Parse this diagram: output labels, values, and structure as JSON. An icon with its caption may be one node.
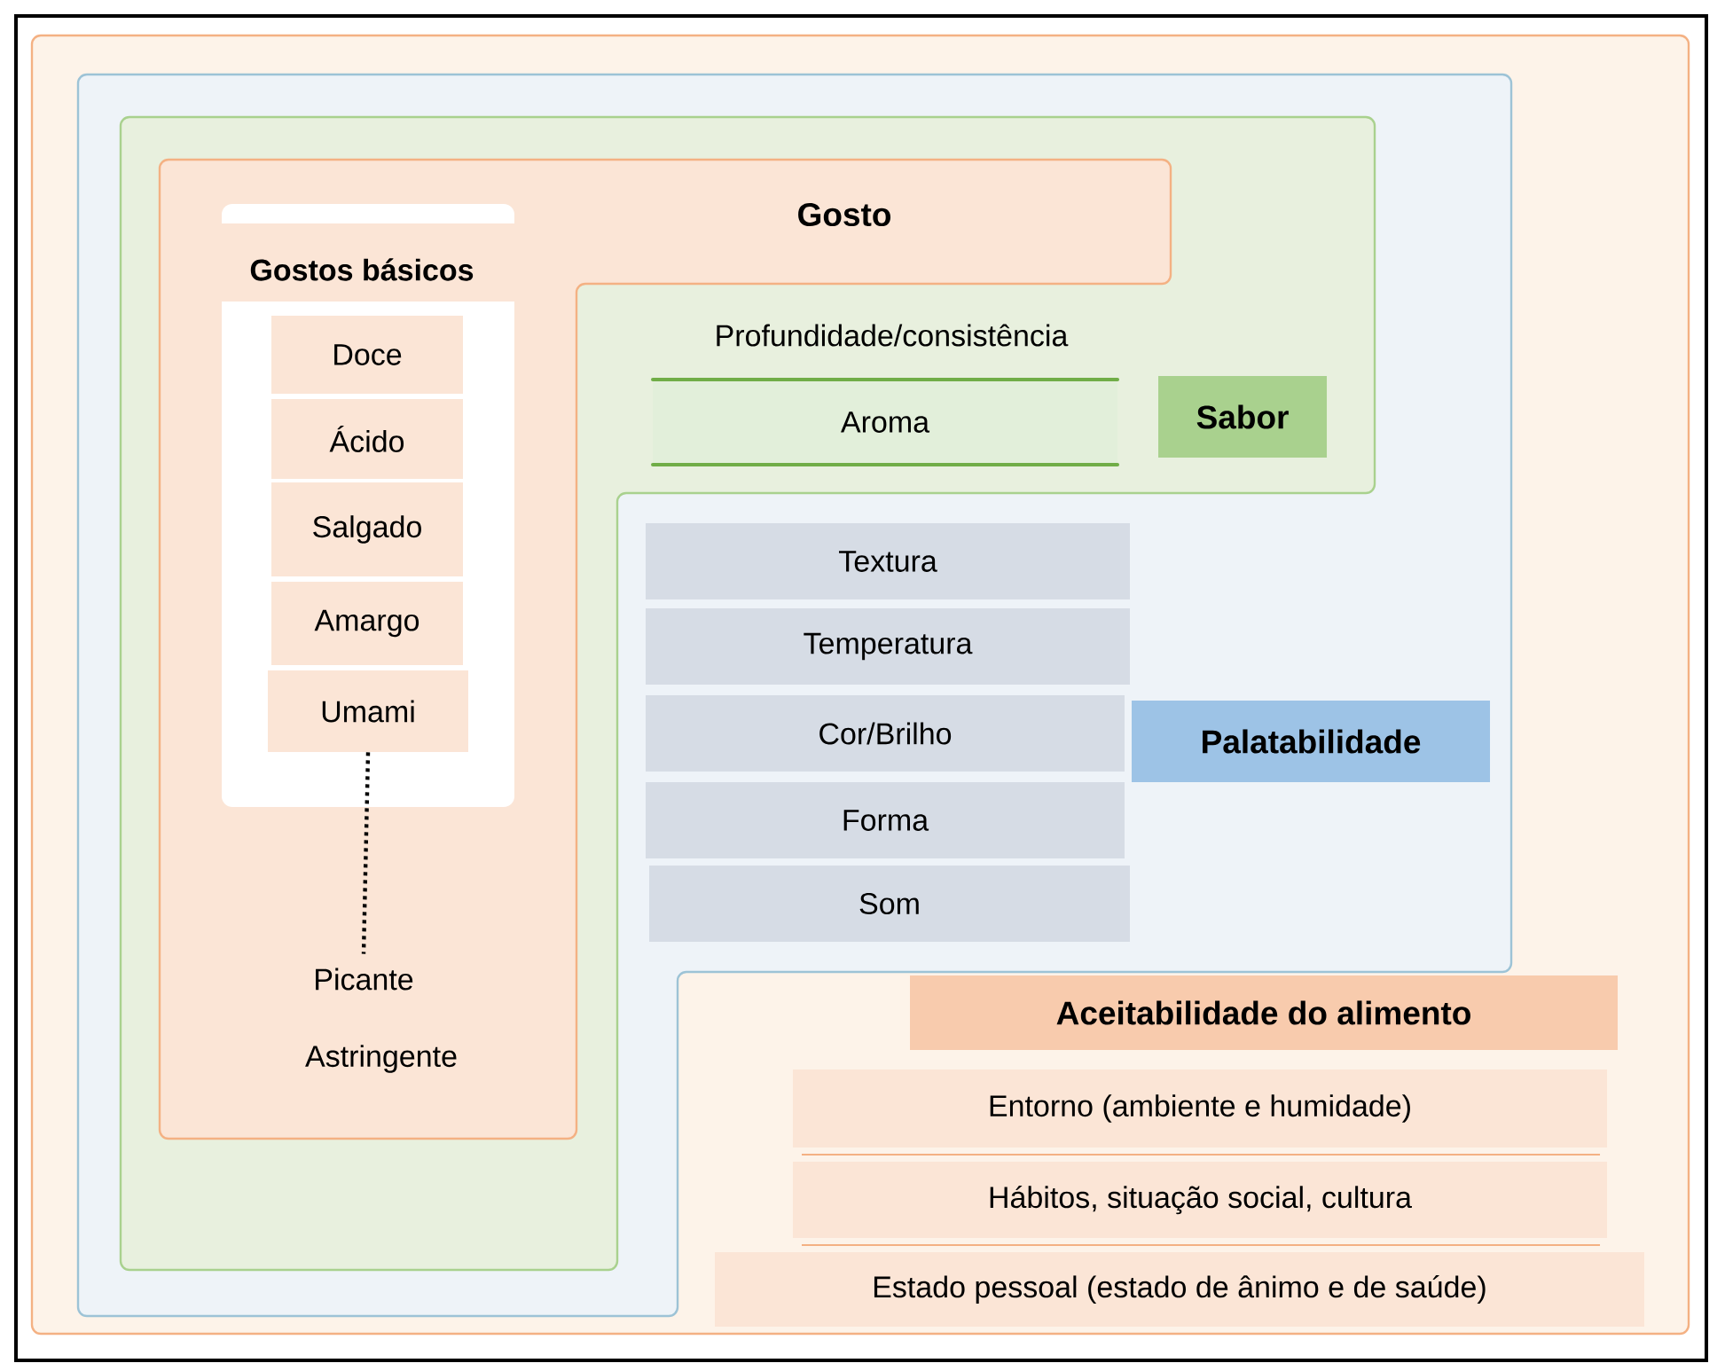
{
  "diagram": {
    "nodes": [
      {
        "text": [
          "Aceitabilidade do alimento"
        ]
      },
      {
        "text": [
          "Palatabilidade"
        ],
        "in": 0
      },
      {
        "text": [
          "Sabor"
        ],
        "in": 1
      },
      {
        "text": [
          "Gosto"
        ],
        "in": 2
      },
      {
        "text": [
          "Gostos básicos"
        ],
        "in": 3
      },
      {
        "text": [
          "Doce"
        ],
        "in": 4
      },
      {
        "text": [
          "Ácido"
        ],
        "in": 4
      },
      {
        "text": [
          "Salgado"
        ],
        "in": 4
      },
      {
        "text": [
          "Amargo"
        ],
        "in": 4
      },
      {
        "text": [
          "Umami"
        ],
        "in": 4
      },
      {
        "text": [
          "Picante"
        ],
        "in": 3
      },
      {
        "text": [
          "Astringente"
        ],
        "in": 3
      },
      {
        "text": [
          "Profundidade/consistência"
        ],
        "in": 2
      },
      {
        "text": [
          "Aroma"
        ],
        "in": 2
      },
      {
        "text": [
          "Textura"
        ],
        "in": 1
      },
      {
        "text": [
          "Temperatura"
        ],
        "in": 1
      },
      {
        "text": [
          "Cor/Brilho"
        ],
        "in": 1
      },
      {
        "text": [
          "Forma"
        ],
        "in": 1
      },
      {
        "text": [
          "Som"
        ],
        "in": 1
      },
      {
        "text": [
          "Entorno (ambiente e humidade)"
        ],
        "in": 0
      },
      {
        "text": [
          "Hábitos, situação social, cultura"
        ],
        "in": 0
      },
      {
        "text": [
          "Estado pessoal (estado de ânimo e de saúde)"
        ],
        "in": 0
      }
    ],
    "edges": [
      {
        "from": 9,
        "to": 10,
        "arrow": "none",
        "style": "dashed"
      }
    ]
  }
}
